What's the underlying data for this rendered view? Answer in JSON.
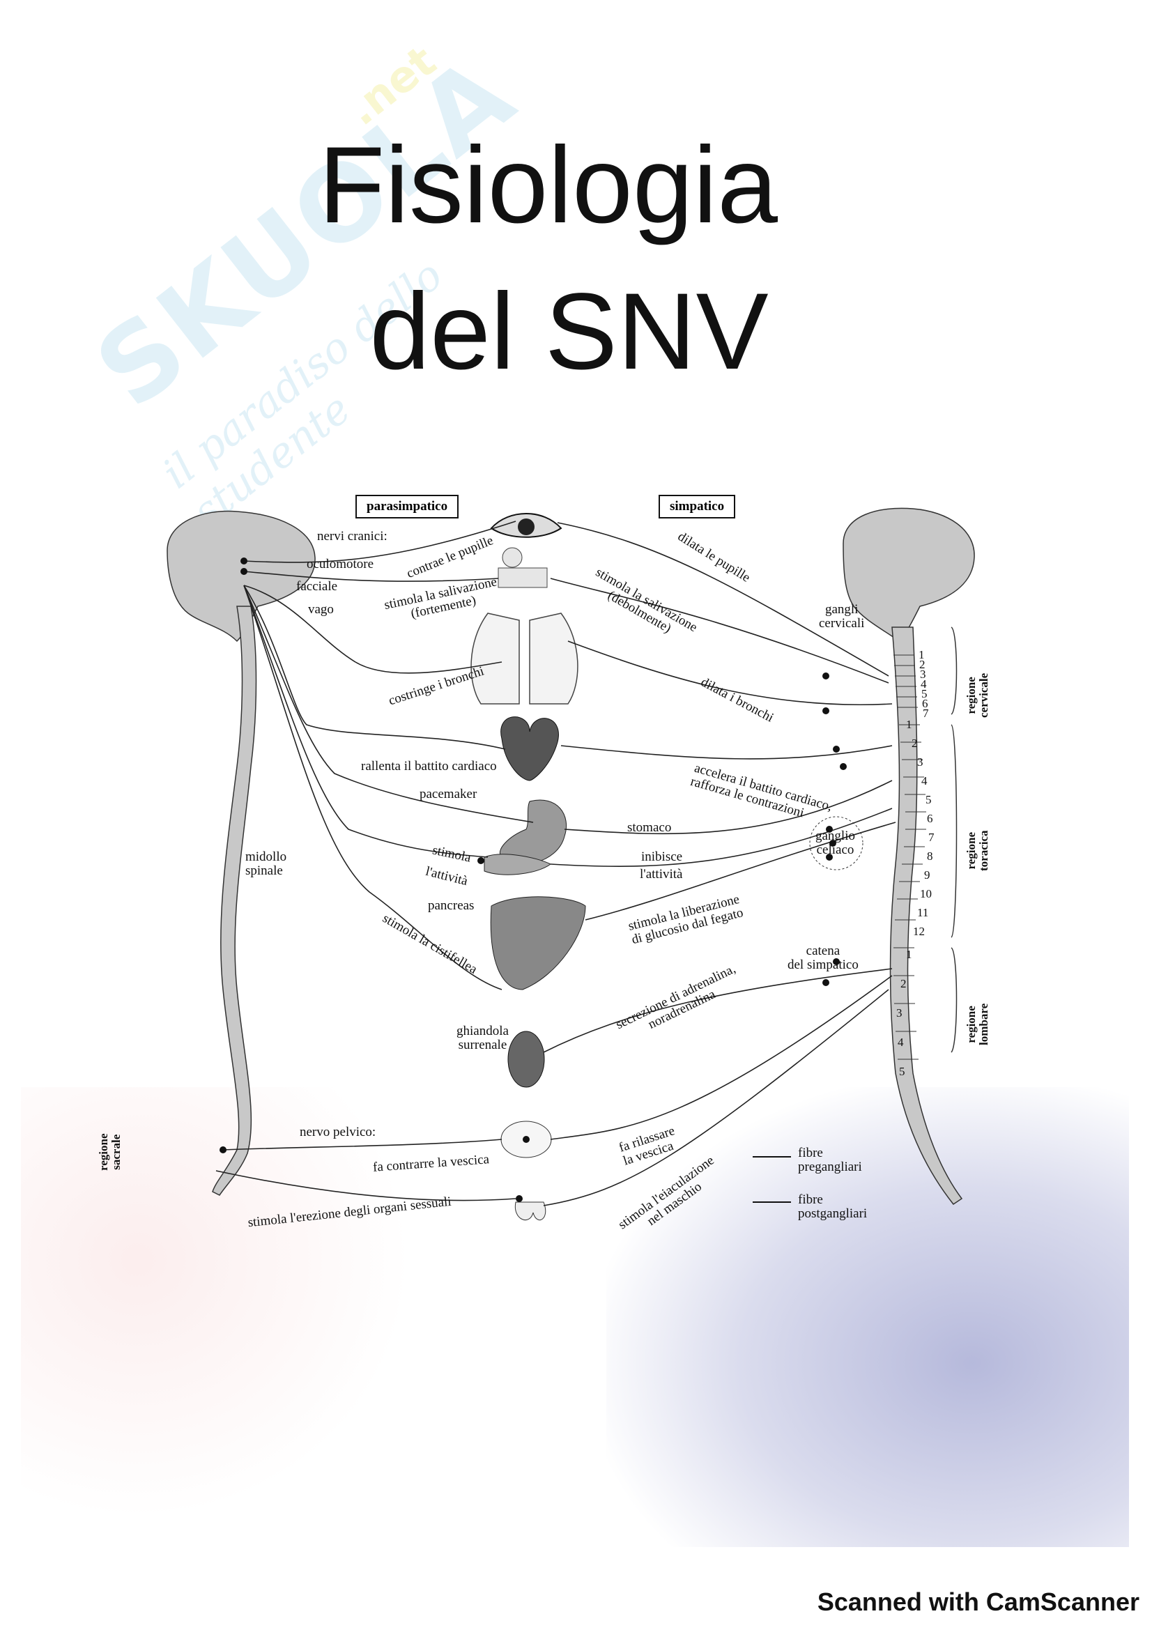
{
  "title": {
    "line1": "Fisiologia",
    "line2": "del SNV"
  },
  "watermark": {
    "brand": "SKUOLA",
    "domain": ".net",
    "tagline": "il paradiso dello studente"
  },
  "diagram": {
    "box_para": "parasimpatico",
    "box_simp": "simpatico",
    "nervi_cranici": "nervi cranici:",
    "oculomotore": "oculomotore",
    "facciale": "facciale",
    "vago": "vago",
    "contrae_pupille": "contrae le pupille",
    "dilata_pupille": "dilata le pupille",
    "stimola_saliv_forte_1": "stimola la salivazione",
    "stimola_saliv_forte_2": "(fortemente)",
    "stimola_saliv_debole_1": "stimola la salivazione",
    "stimola_saliv_debole_2": "(debolmente)",
    "gangli_cervicali_1": "gangli",
    "gangli_cervicali_2": "cervicali",
    "costringe_bronchi": "costringe i bronchi",
    "dilata_bronchi": "dilata i bronchi",
    "rallenta_battito": "rallenta il battito cardiaco",
    "pacemaker": "pacemaker",
    "accelera_1": "accelera il battito cardiaco,",
    "accelera_2": "rafforza le contrazioni",
    "stomaco": "stomaco",
    "ganglio_celiaco_1": "ganglio",
    "ganglio_celiaco_2": "celiaco",
    "stimola": "stimola",
    "attivita_left": "l'attività",
    "inibisce": "inibisce",
    "attivita_right": "l'attività",
    "midollo_1": "midollo",
    "midollo_2": "spinale",
    "pancreas": "pancreas",
    "stimola_liberazione_1": "stimola la liberazione",
    "stimola_liberazione_2": "di glucosio dal fegato",
    "stimola_cistifellea": "stimola la cistifellea",
    "catena_1": "catena",
    "catena_2": "del simpatico",
    "secrezione_1": "secrezione di adrenalina,",
    "secrezione_2": "noradrenalina",
    "ghiandola_1": "ghiandola",
    "ghiandola_2": "surrenale",
    "nervo_pelvico": "nervo pelvico:",
    "fa_contrarre": "fa contrarre la vescica",
    "fa_rilassare_1": "fa rilassare",
    "fa_rilassare_2": "la vescica",
    "stimola_erezione": "stimola l'erezione degli organi sessuali",
    "stimola_eiaculazione_1": "stimola l'eiaculazione",
    "stimola_eiaculazione_2": "nel maschio",
    "fibre_pre_1": "fibre",
    "fibre_pre_2": "pregangliari",
    "fibre_post_1": "fibre",
    "fibre_post_2": "postgangliari",
    "regione_cervicale_1": "regione",
    "regione_cervicale_2": "cervicale",
    "regione_toracica_1": "regione",
    "regione_toracica_2": "toracica",
    "regione_lombare_1": "regione",
    "regione_lombare_2": "lombare",
    "regione_sacrale_1": "regione",
    "regione_sacrale_2": "sacrale",
    "cervical_numbers": [
      "1",
      "2",
      "3",
      "4",
      "5",
      "6",
      "7"
    ],
    "thoracic_numbers": [
      "1",
      "2",
      "3",
      "4",
      "5",
      "6",
      "7",
      "8",
      "9",
      "10",
      "11",
      "12"
    ],
    "lumbar_numbers": [
      "1",
      "2",
      "3",
      "4",
      "5"
    ]
  },
  "footer": "Scanned with CamScanner"
}
